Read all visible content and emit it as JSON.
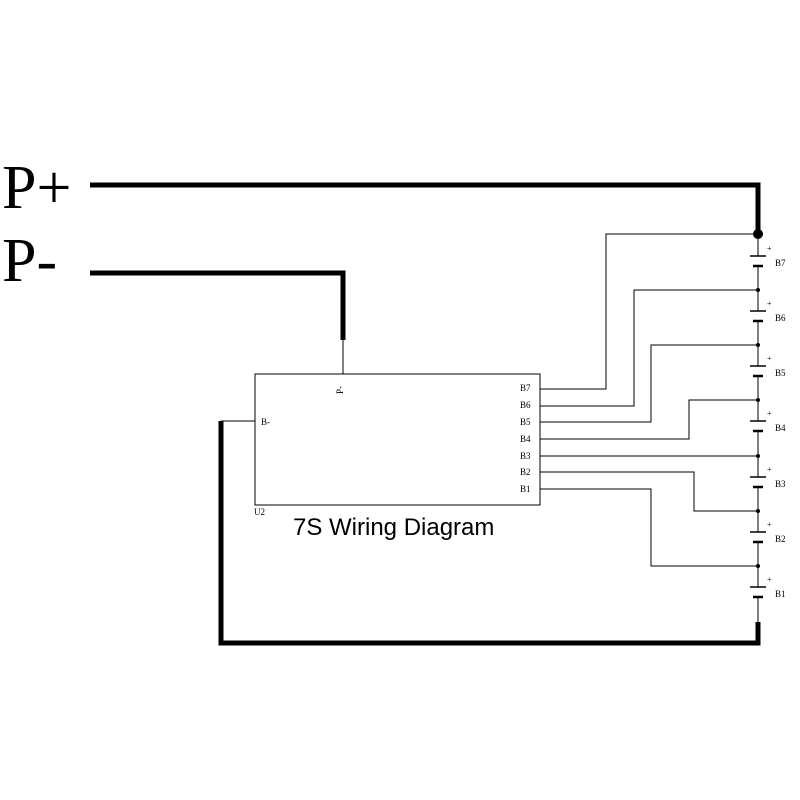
{
  "terminals": {
    "p_plus": "P+",
    "p_minus": "P-"
  },
  "bms": {
    "ref": "U2",
    "pin_p_minus": "P-",
    "pin_b_minus": "B-",
    "pins": [
      "B7",
      "B6",
      "B5",
      "B4",
      "B3",
      "B2",
      "B1"
    ]
  },
  "cells": {
    "labels": [
      "B7",
      "B6",
      "B5",
      "B4",
      "B3",
      "B2",
      "B1"
    ],
    "plus_sign": "+"
  },
  "title": "7S Wiring Diagram",
  "colors": {
    "ink": "#000000",
    "background": "#ffffff"
  }
}
